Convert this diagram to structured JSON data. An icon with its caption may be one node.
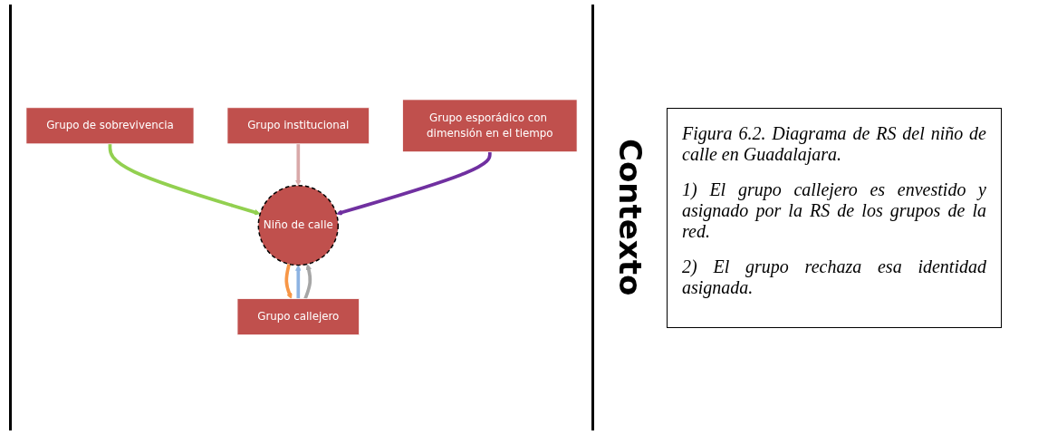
{
  "diagram": {
    "caption": "Figura 6.2. Diagrama de RS del niño de calle en Guadalajara.",
    "nodes": [
      {
        "text": [
          "Grupo de sobrevivencia"
        ]
      },
      {
        "text": [
          "Grupo institucional"
        ]
      },
      {
        "text": [
          "Grupo callejero"
        ]
      },
      {
        "text": [
          "Grupo esporádico con dimensión en el tiempo"
        ]
      },
      {
        "text": [
          "Niño de calle"
        ]
      }
    ],
    "edges": [
      {
        "from": 0,
        "to": 4,
        "arrow": "to",
        "color": "#92d050"
      },
      {
        "from": 1,
        "to": 4,
        "arrow": "to",
        "color": "#d9a9a9"
      },
      {
        "from": 2,
        "to": 4,
        "arrow": "to",
        "color": "#8db3e2"
      },
      {
        "from": 3,
        "to": 4,
        "arrow": "to",
        "color": "#7030a0"
      },
      {
        "from": 2,
        "to": 4,
        "arrow": "to",
        "color": "#a6a6a6"
      },
      {
        "from": 4,
        "to": 2,
        "arrow": "to",
        "color": "#f79646"
      }
    ],
    "labels": [
      "Contexto",
      "1) El grupo callejero es envestido y asignado por la RS de los grupos de la red.",
      "2) El grupo rechaza esa identidad asignada."
    ]
  }
}
